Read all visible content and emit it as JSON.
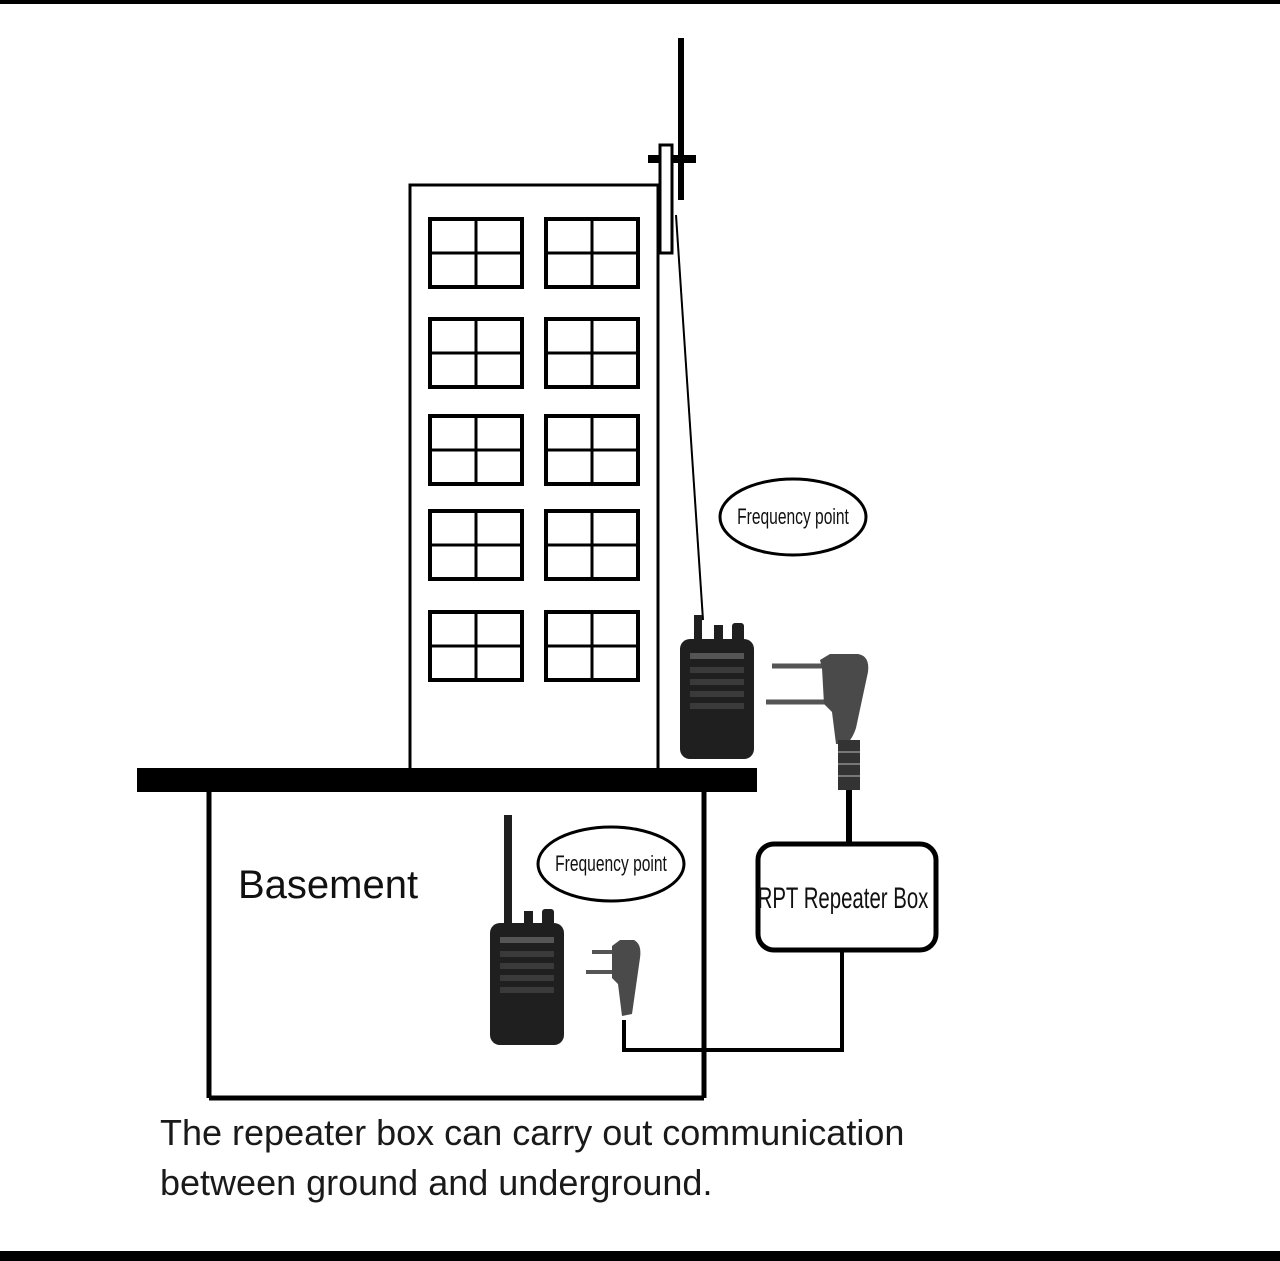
{
  "labels": {
    "frequency_point_top": "Frequency point",
    "frequency_point_basement": "Frequency point",
    "repeater_box": "RPT Repeater Box",
    "basement": "Basement"
  },
  "caption": {
    "line1": "The repeater box can carry out communication",
    "line2": "between ground and underground."
  },
  "colors": {
    "line": "#000000",
    "radio_body": "#1f1f1f",
    "radio_grill": "#3a3a3a",
    "connector": "#4a4a4a"
  },
  "icons": {
    "radio": "walkie-talkie-icon",
    "connector": "two-pin-connector-icon",
    "antenna": "antenna-icon"
  }
}
